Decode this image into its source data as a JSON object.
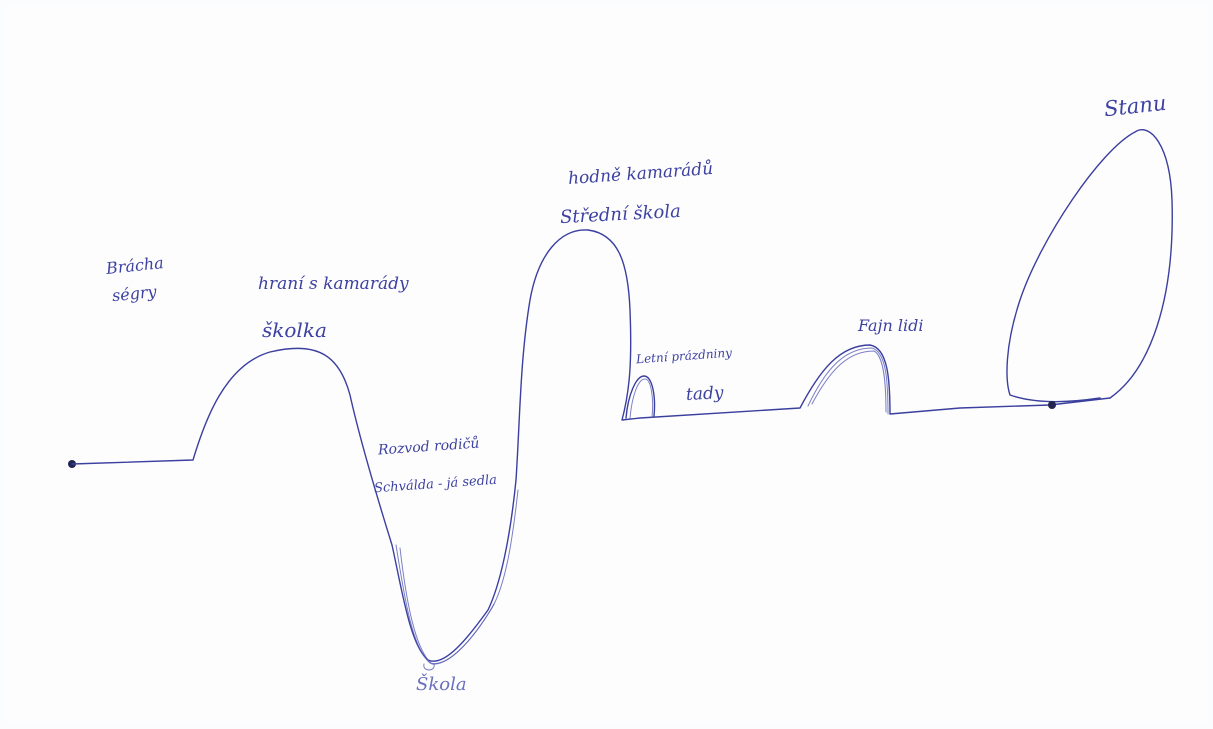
{
  "labels": {
    "bracha": "Brácha",
    "segry": "ségry",
    "hrani": "hraní s kamarády",
    "skolka": "školka",
    "rozvod": "Rozvod rodičů",
    "schvalda": "Schválda - já sedla",
    "skola": "Škola",
    "hodne": "hodně kamarádů",
    "stredni": "Střední škola",
    "letni": "Letní prázdniny",
    "tady": "tady",
    "fajn": "Fajn lidi",
    "stanu": "Stanu"
  },
  "colors": {
    "ink": "#3b3f9e",
    "paper": "#fdfdfe"
  }
}
